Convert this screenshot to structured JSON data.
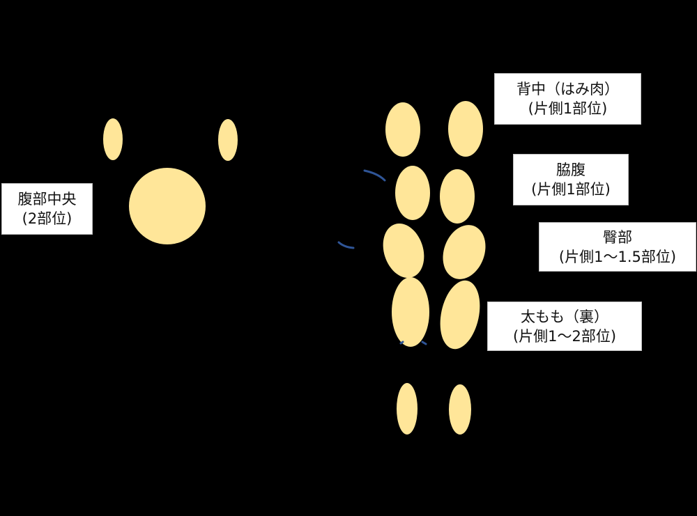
{
  "colors": {
    "background": "#000000",
    "site_fill": "#FFE699",
    "arc_stroke": "#2F5597",
    "label_bg": "#FFFFFF"
  },
  "labels": {
    "abdomen": {
      "line1": "腹部中央",
      "line2": "(2部位)"
    },
    "back": {
      "line1": "背中（はみ肉）",
      "line2": "(片側1部位)"
    },
    "flank": {
      "line1": "脇腹",
      "line2": "(片側1部位)"
    },
    "buttock": {
      "line1": "臀部",
      "line2": "(片側1～1.5部位)"
    },
    "thigh": {
      "line1": "太もも（裏）",
      "line2": "(片側1～2部位)"
    }
  }
}
